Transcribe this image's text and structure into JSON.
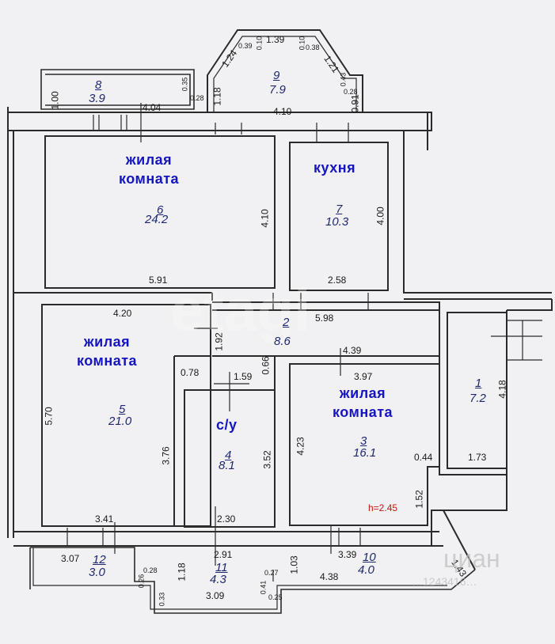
{
  "watermark": "etagi",
  "rooms": [
    {
      "id": "r1",
      "number": "1",
      "area": "7.2",
      "name": ""
    },
    {
      "id": "r2",
      "number": "2",
      "area": "8.6",
      "name": ""
    },
    {
      "id": "r3",
      "number": "3",
      "area": "16.1",
      "name": "жилая\nкомната"
    },
    {
      "id": "r4",
      "number": "4",
      "area": "8.1",
      "name": "с/у"
    },
    {
      "id": "r5",
      "number": "5",
      "area": "21.0",
      "name": "жилая\nкомната"
    },
    {
      "id": "r6",
      "number": "6",
      "area": "24.2",
      "name": "жилая\nкомната"
    },
    {
      "id": "r7",
      "number": "7",
      "area": "10.3",
      "name": "кухня"
    },
    {
      "id": "r8",
      "number": "8",
      "area": "3.9",
      "name": ""
    },
    {
      "id": "r9",
      "number": "9",
      "area": "7.9",
      "name": ""
    },
    {
      "id": "r10",
      "number": "10",
      "area": "4.0",
      "name": ""
    },
    {
      "id": "r11",
      "number": "11",
      "area": "4.3",
      "name": ""
    },
    {
      "id": "r12",
      "number": "12",
      "area": "3.0",
      "name": ""
    }
  ],
  "dimensions": [
    "1.39",
    "0.39",
    "0.10",
    "0.10",
    "0.38",
    "1.24",
    "1.21",
    "0.43",
    "0.28",
    "0.91",
    "1.18",
    "4.10",
    "1.00",
    "0.35",
    "0.28",
    "4.04",
    "4.10",
    "5.91",
    "4.00",
    "2.58",
    "4.20",
    "5.98",
    "1.92",
    "4.39",
    "0.66",
    "1.59",
    "3.97",
    "0.78",
    "5.70",
    "3.76",
    "3.52",
    "4.23",
    "0.44",
    "1.52",
    "3.41",
    "2.30",
    "4.18",
    "1.73",
    "3.07",
    "2.91",
    "3.39",
    "1.18",
    "1.03",
    "4.38",
    "3.09",
    "0.28",
    "0.26",
    "0.27",
    "0.41",
    "0.25",
    "0.33",
    "1.43"
  ],
  "ceiling_height": "h=2.45",
  "source_watermark": "циан",
  "source_watermark_id": "…1243416…"
}
